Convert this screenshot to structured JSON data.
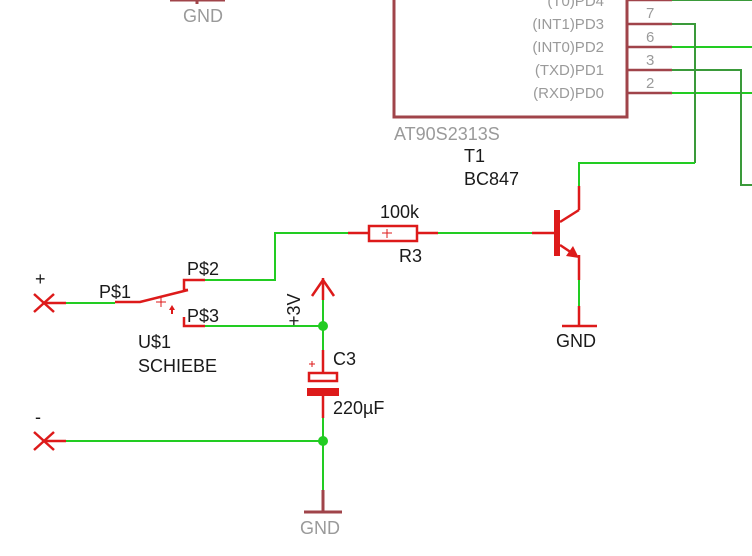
{
  "ic": {
    "name": "AT90S2313S",
    "pins": [
      {
        "label": "(T0)PD4",
        "number": ""
      },
      {
        "label": "(INT1)PD3",
        "number": "7"
      },
      {
        "label": "(INT0)PD2",
        "number": "6"
      },
      {
        "label": "(TXD)PD1",
        "number": "3"
      },
      {
        "label": "(RXD)PD0",
        "number": "2"
      }
    ]
  },
  "gnd_top": {
    "label": "GND"
  },
  "transistor": {
    "name": "T1",
    "value": "BC847"
  },
  "resistor": {
    "name": "R3",
    "value": "100k"
  },
  "switch": {
    "name": "U$1",
    "value": "SCHIEBE",
    "pins": [
      "P$1",
      "P$2",
      "P$3"
    ]
  },
  "supply": {
    "label": "+3V"
  },
  "capacitor": {
    "name": "C3",
    "value": "220µF"
  },
  "gnd_transistor": {
    "label": "GND"
  },
  "gnd_cap": {
    "label": "GND"
  },
  "terminals": {
    "plus": "+",
    "minus": "-"
  },
  "colors": {
    "wire": "#22cc22",
    "symbol": "#dd1a1a",
    "ic": "#a0444a"
  }
}
